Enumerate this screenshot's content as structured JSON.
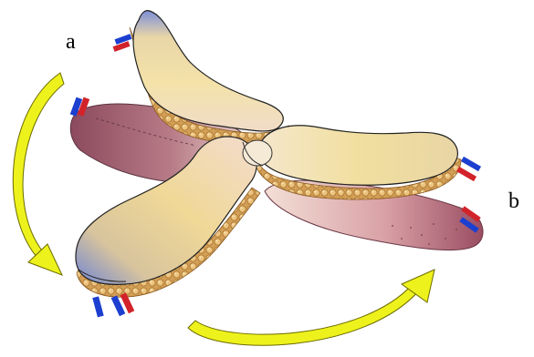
{
  "labels": {
    "a": "a",
    "b": "b"
  },
  "colors": {
    "arm_light": "#f3e3a8",
    "arm_mid": "#ead08e",
    "arm_back_dark": "#8c4a5e",
    "arm_back_light": "#efd6cc",
    "tip_blue": "#6c86d6",
    "bead": "#e2b56e",
    "arrow": "#eef21c",
    "motor_red": "#d2232a",
    "motor_blue": "#1c3fd0"
  },
  "icons": {
    "arrow_a": "curved-arrow",
    "arrow_b": "curved-arrow",
    "motor": "red-blue-motor-glyph"
  }
}
